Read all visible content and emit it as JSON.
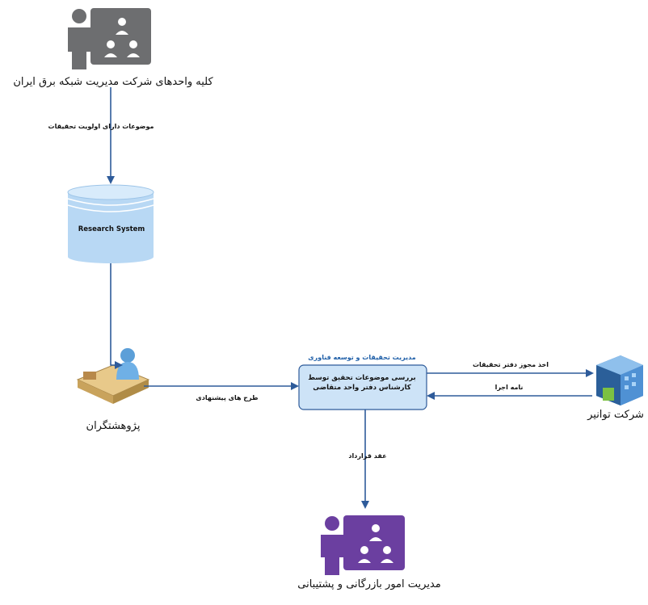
{
  "nodes": {
    "all_units": {
      "label": "کلیه واحدهای شرکت مدیریت شبکه برق ایران",
      "icon": "group-users-icon",
      "color": "#6d6e70"
    },
    "research_system": {
      "label": "Research System",
      "icon": "database-cylinder-icon",
      "color": "#b8d8f4"
    },
    "researchers": {
      "label": "پژوهشتگران",
      "icon": "researcher-at-desk-icon"
    },
    "review": {
      "header": "مدیریت تحقیقات و توسعه فناوری",
      "text": "بررسی موضوعات تحقیق توسط کارشناس دفتر واحد متقاضی",
      "color": "#cde3f7"
    },
    "tavanir": {
      "label": "شرکت توانیر",
      "icon": "building-icon"
    },
    "commerce": {
      "label": "مدیریت امور بازرگانی و پشتیبانی",
      "icon": "group-users-icon",
      "color": "#6b3fa0"
    }
  },
  "edges": {
    "priority_topics": "موضوعات دارای اولویت تحقیقات",
    "proposals": "طرح های پیشنهادی",
    "contract": "عقد قرارداد",
    "request": "اخذ مجوز دفتر تحقیقات",
    "permit": "نامه اجرا"
  }
}
